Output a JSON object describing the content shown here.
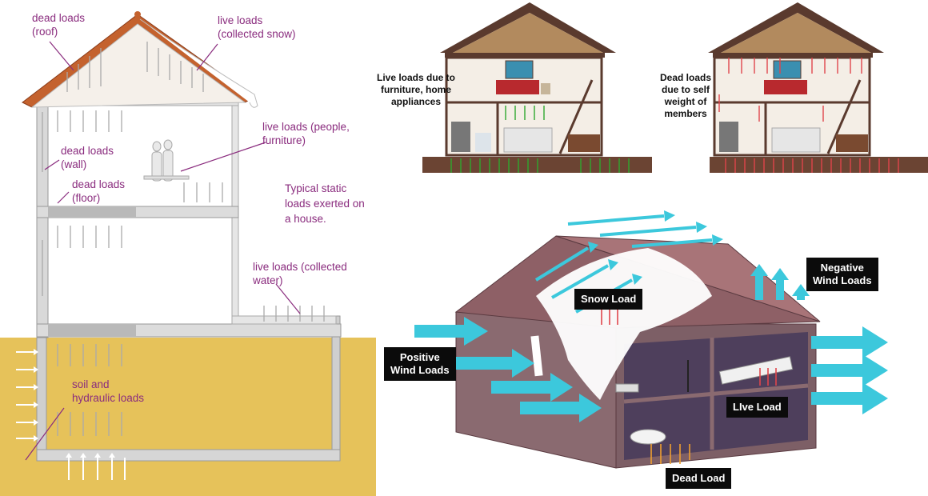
{
  "left": {
    "dead_roof": "dead loads\n(roof)",
    "live_snow": "live loads\n(collected snow)",
    "live_people": "live loads (people,\nfurniture)",
    "dead_wall": "dead loads\n(wall)",
    "dead_floor": "dead loads\n(floor)",
    "caption": "Typical static\nloads exerted on\na house.",
    "live_water": "live loads (collected\nwater)",
    "soil": "soil and\nhydraulic loads"
  },
  "top_right": {
    "live_furniture": "Live loads due to\nfurniture, home\nappliances",
    "dead_self": "Dead loads\ndue to self\nweight of\nmembers"
  },
  "bottom_right": {
    "positive_wind": "Positive\nWind Loads",
    "negative_wind": "Negative\nWind Loads",
    "snow_load": "Snow Load",
    "live_load": "LIve Load",
    "dead_load": "Dead Load"
  },
  "colors": {
    "label_purple": "#8a2c7e",
    "wind_cyan": "#3cc8dc",
    "green_arrow": "#2ea82e",
    "red_arrow": "#e0454b",
    "orange_arrow": "#f0a030",
    "soil_yellow": "#e6c25a",
    "house_brown": "#5a3a2e"
  }
}
